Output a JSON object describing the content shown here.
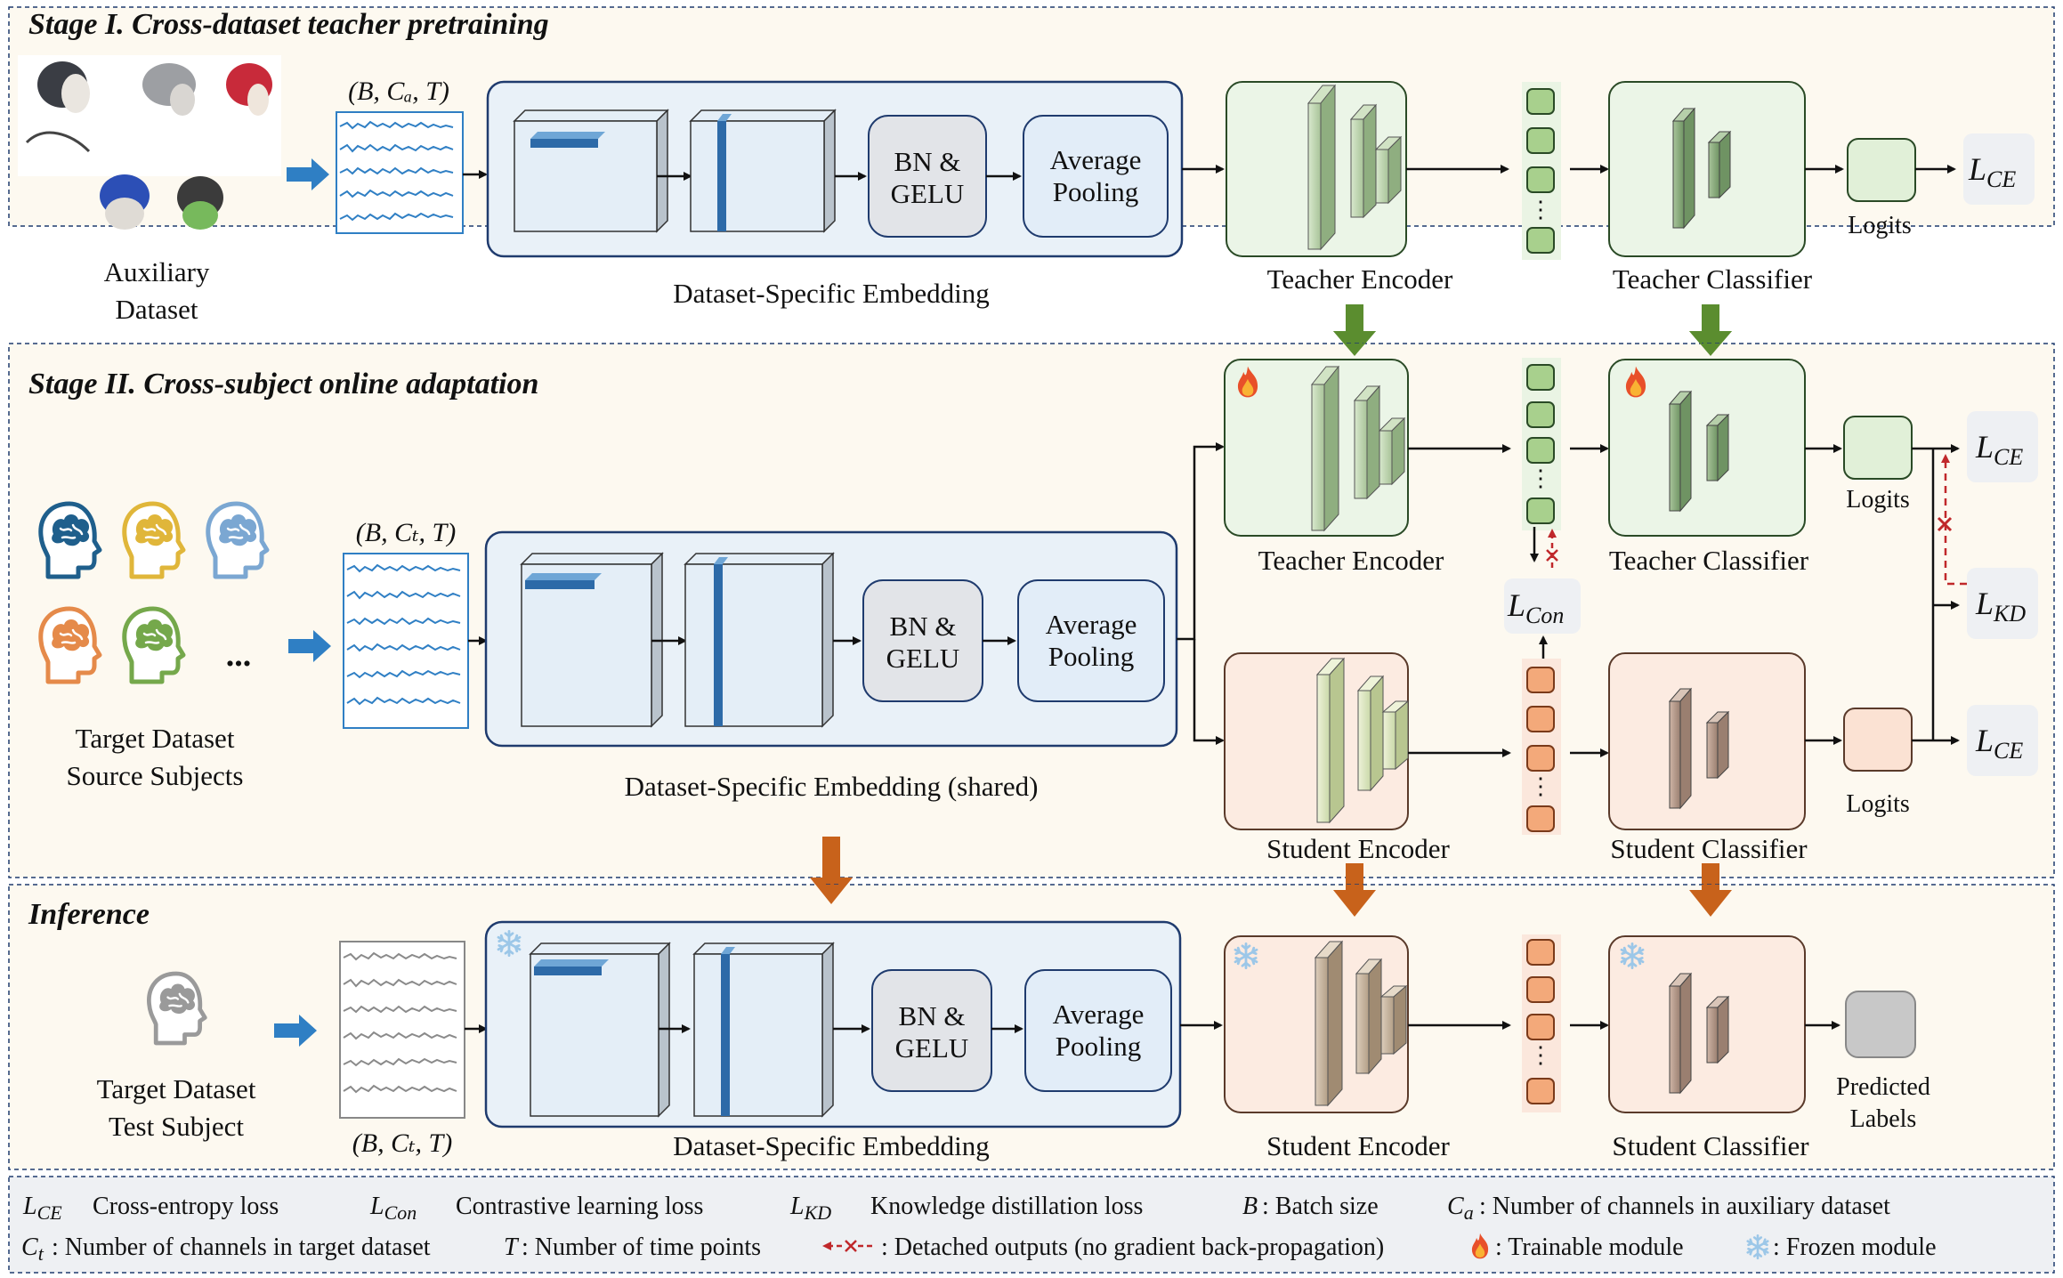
{
  "stage1": {
    "title": "Stage I. Cross-dataset teacher pretraining",
    "input_label_1": "Auxiliary",
    "input_label_2": "Dataset",
    "shape": "(B, Cₐ, T)",
    "bn_1": "BN &",
    "bn_2": "GELU",
    "pool_1": "Average",
    "pool_2": "Pooling",
    "embedding_label": "Dataset-Specific Embedding",
    "encoder_label": "Teacher Encoder",
    "classifier_label": "Teacher Classifier",
    "logits_label": "Logits",
    "loss": "L",
    "loss_sub": "CE"
  },
  "stage2": {
    "title": "Stage II. Cross-subject online adaptation",
    "input_label_1": "Target Dataset",
    "input_label_2": "Source Subjects",
    "ellipsis": "...",
    "shape": "(B, Cₜ, T)",
    "bn_1": "BN &",
    "bn_2": "GELU",
    "pool_1": "Average",
    "pool_2": "Pooling",
    "embedding_label": "Dataset-Specific Embedding (shared)",
    "teacher_encoder_label": "Teacher Encoder",
    "teacher_classifier_label": "Teacher Classifier",
    "student_encoder_label": "Student Encoder",
    "student_classifier_label": "Student Classifier",
    "logits_label_1": "Logits",
    "logits_label_2": "Logits",
    "con_loss": "L",
    "con_loss_sub": "Con",
    "ce_loss_1": "L",
    "ce_loss_1_sub": "CE",
    "kd_loss": "L",
    "kd_loss_sub": "KD",
    "ce_loss_2": "L",
    "ce_loss_2_sub": "CE"
  },
  "inference": {
    "title": "Inference",
    "input_label_1": "Target Dataset",
    "input_label_2": "Test Subject",
    "shape": "(B, Cₜ, T)",
    "bn_1": "BN &",
    "bn_2": "GELU",
    "pool_1": "Average",
    "pool_2": "Pooling",
    "embedding_label": "Dataset-Specific Embedding",
    "encoder_label": "Student Encoder",
    "classifier_label": "Student Classifier",
    "output_label_1": "Predicted",
    "output_label_2": "Labels"
  },
  "legend": {
    "ce_sym": "L",
    "ce_sub": "CE",
    "ce_text": "Cross-entropy loss",
    "con_sym": "L",
    "con_sub": "Con",
    "con_text": "Contrastive learning loss",
    "kd_sym": "L",
    "kd_sub": "KD",
    "kd_text": "Knowledge distillation loss",
    "b_sym": "B",
    "b_text": ": Batch size",
    "ca_sym": "C",
    "ca_sub": "a",
    "ca_text": " : Number of channels in auxiliary dataset",
    "ct_sym": "C",
    "ct_sub": "t",
    "ct_text": " : Number of channels in target dataset",
    "t_sym": "T",
    "t_text": ": Number of time points",
    "detach_text": ": Detached outputs (no gradient back-propagation)",
    "train_text": ": Trainable module",
    "frozen_text": ": Frozen module"
  },
  "colors": {
    "stage_bg": "#fdf9f0",
    "embed_bg": "#e9f1f8",
    "teacher_bg": "#ebf5e7",
    "student_bg": "#fcebe1",
    "green_arrow": "#5b8d2f",
    "orange_arrow": "#c8621b",
    "blue_arrow": "#2f7fc4",
    "detach_red": "#c0282b"
  },
  "icons": [
    "eeg-cap-images",
    "brain-head-icon",
    "fire-icon",
    "snowflake-icon"
  ]
}
